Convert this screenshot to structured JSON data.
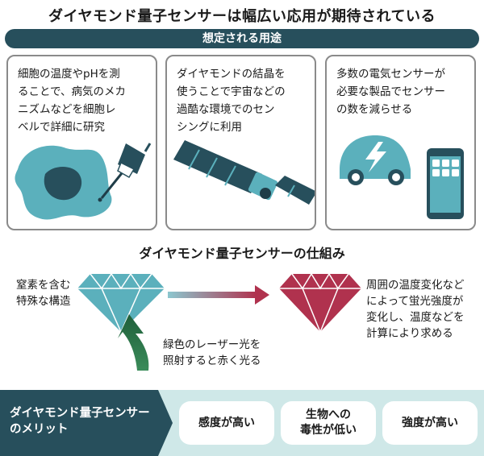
{
  "title": "ダイヤモンド量子センサーは幅広い応用が期待されている",
  "uses": {
    "header": "想定される用途",
    "items": [
      {
        "line1": "細胞の温度やpHを測",
        "line2": "ることで、病気のメカ",
        "line3": "ニズムなどを細胞レ",
        "line4": "ベルで詳細に研究"
      },
      {
        "line1": "ダイヤモンドの結晶を",
        "line2": "使うことで宇宙などの",
        "line3": "過酷な環境でのセン",
        "line4": "シングに利用"
      },
      {
        "line1": "多数の電気センサーが",
        "line2": "必要な製品でセンサー",
        "line3": "の数を減らせる"
      }
    ]
  },
  "mechanism": {
    "title": "ダイヤモンド量子センサーの仕組み",
    "left_label": {
      "line1": "窒素を含む",
      "line2": "特殊な構造"
    },
    "laser_label": {
      "line1": "緑色のレーザー光を",
      "line2": "照射すると赤く光る"
    },
    "right_label": {
      "line1": "周囲の温度変化など",
      "line2": "によって蛍光強度が",
      "line3": "変化し、温度などを",
      "line4": "計算により求める"
    }
  },
  "merits": {
    "label": {
      "line1": "ダイヤモンド量子センサー",
      "line2": "のメリット"
    },
    "items": [
      {
        "line1": "感度が高い"
      },
      {
        "line1": "生物への",
        "line2": "毒性が低い"
      },
      {
        "line1": "強度が高い"
      }
    ]
  },
  "colors": {
    "navy": "#274f5c",
    "teal": "#5bb0bc",
    "crimson": "#b0324e",
    "green": "#2a7a4a",
    "merit_band": "#cfe8e8"
  },
  "icons": [
    "cell-icon",
    "probe-icon",
    "satellite-icon",
    "electric-car-icon",
    "smartphone-icon",
    "teal-diamond-icon",
    "red-diamond-icon",
    "arrow-right-icon",
    "laser-arrow-icon"
  ]
}
